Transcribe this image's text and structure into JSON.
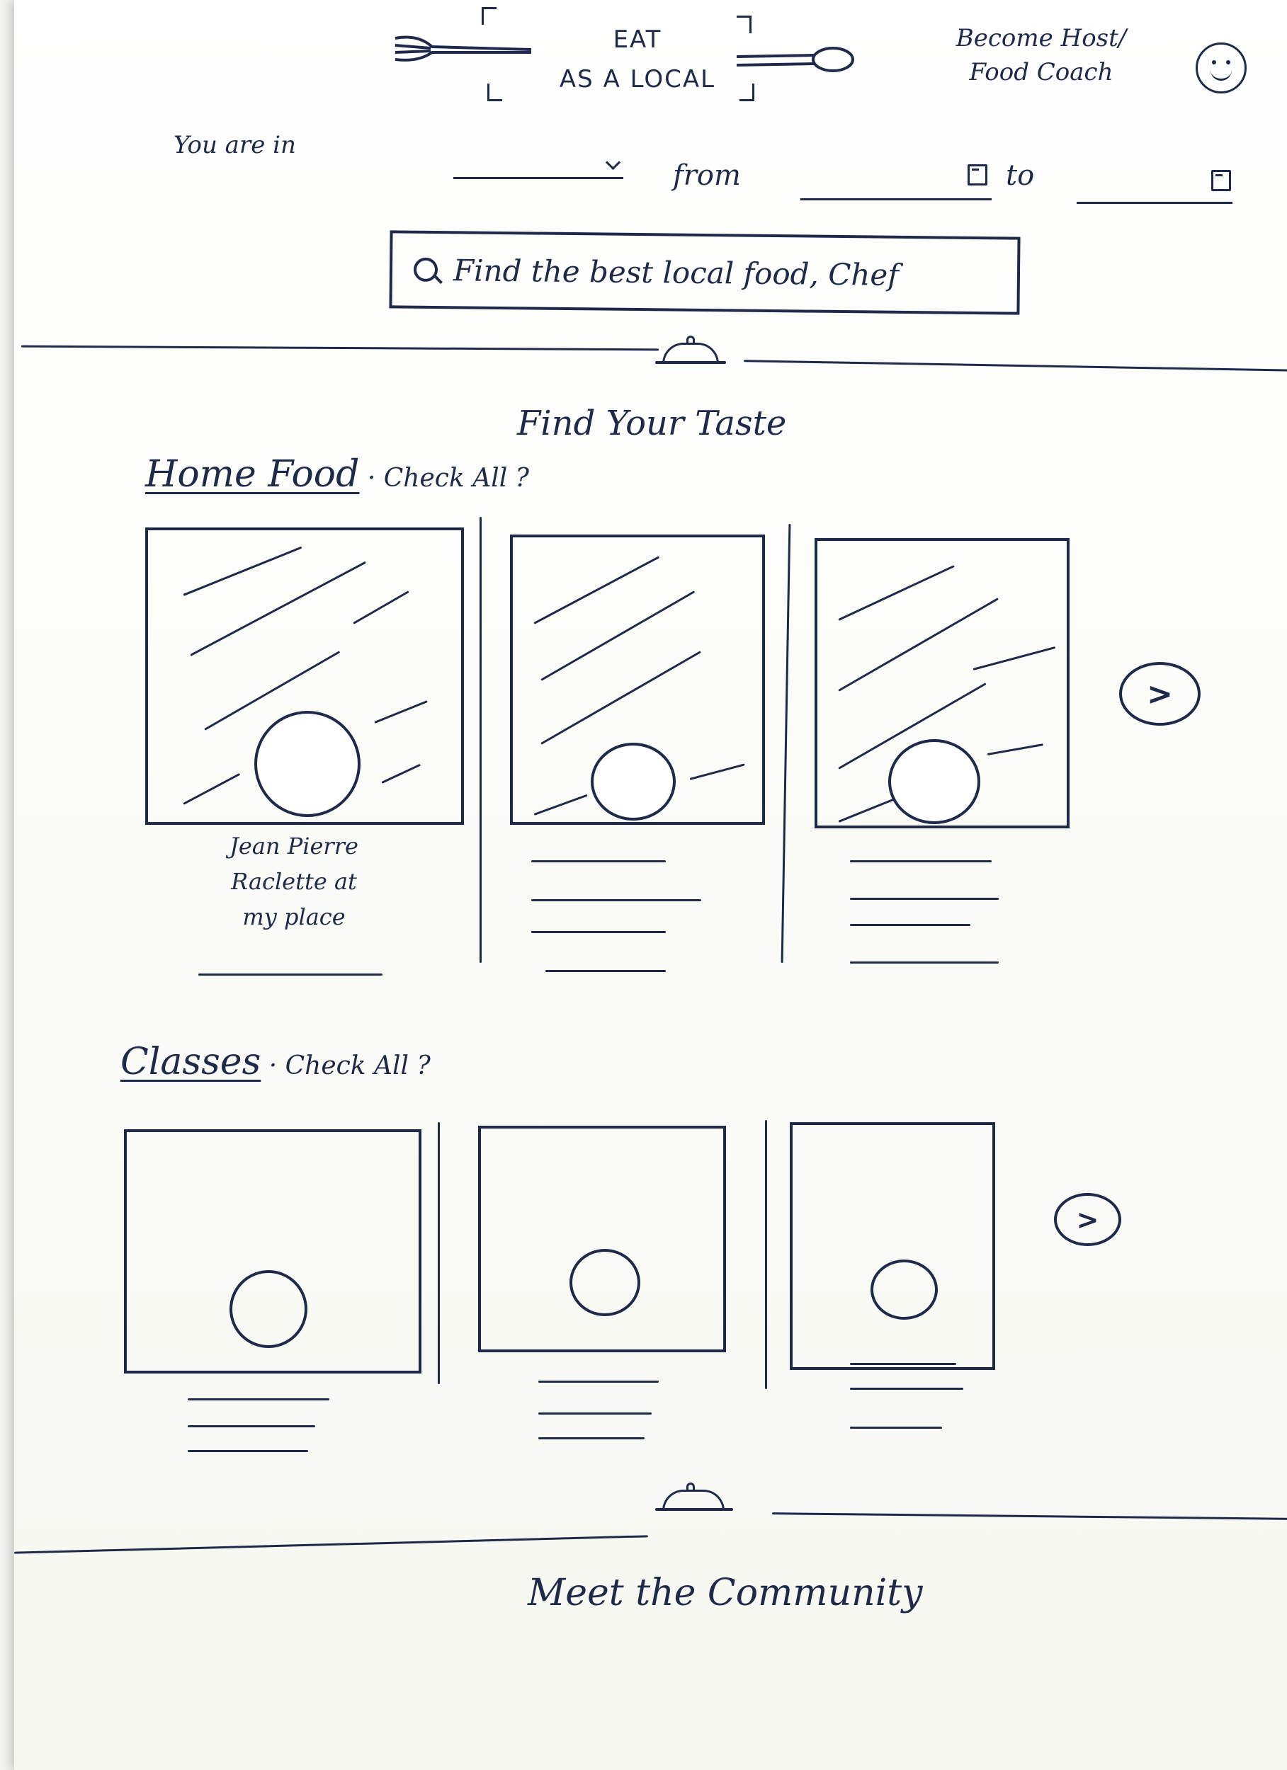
{
  "header": {
    "brand_line1": "EAT",
    "brand_line2": "AS A LOCAL",
    "host_link_line1": "Become Host/",
    "host_link_line2": "Food Coach"
  },
  "location_bar": {
    "you_are_in_label": "You are in",
    "from_label": "from",
    "to_label": "to"
  },
  "search": {
    "placeholder": "Find the best local food, Chef"
  },
  "find_taste": {
    "title": "Find Your Taste"
  },
  "home_food": {
    "title": "Home Food",
    "check_all": "Check All",
    "cards": [
      {
        "line1": "Jean Pierre",
        "line2": "Raclette at",
        "line3": "my place"
      }
    ]
  },
  "classes": {
    "title": "Classes",
    "check_all": "Check All"
  },
  "community": {
    "title": "Meet the Community"
  },
  "colors": {
    "ink": "#1f2a4a",
    "paper": "#ffffff"
  }
}
